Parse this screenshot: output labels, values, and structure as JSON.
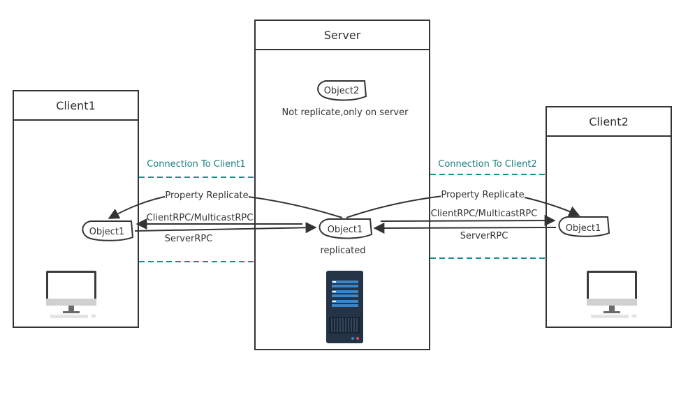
{
  "nodes": {
    "server": {
      "title": "Server"
    },
    "client1": {
      "title": "Client1"
    },
    "client2": {
      "title": "Client2"
    },
    "server_object1": {
      "label": "Object1",
      "caption": "replicated"
    },
    "server_object2": {
      "label": "Object2",
      "caption": "Not replicate,only on server"
    },
    "client1_object1": {
      "label": "Object1"
    },
    "client2_object1": {
      "label": "Object1"
    }
  },
  "connections": {
    "client1": {
      "label": "Connection To Client1"
    },
    "client2": {
      "label": "Connection To Client2"
    }
  },
  "edges": {
    "left_property": "Property Replicate",
    "left_client_rpc": "ClientRPC/MulticastRPC",
    "left_server_rpc": "ServerRPC",
    "right_property": "Property Replicate",
    "right_client_rpc": "ClientRPC/MulticastRPC",
    "right_server_rpc": "ServerRPC"
  },
  "colors": {
    "line": "#333333",
    "connection": "#1a7f7f",
    "server_dark": "#243446",
    "server_accent": "#3a86c8"
  },
  "icons": {
    "client_icon": "desktop-computer-icon",
    "server_icon": "server-tower-icon"
  }
}
